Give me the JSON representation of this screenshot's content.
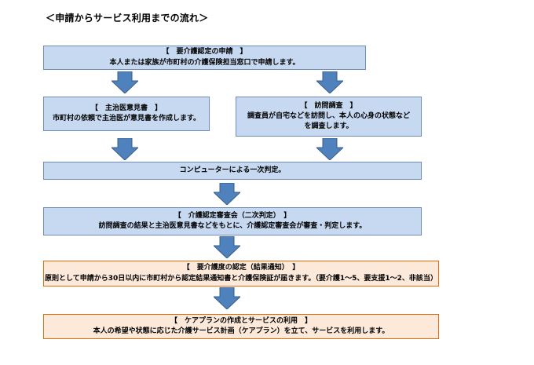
{
  "title": "＜申請からサービス利用までの流れ＞",
  "steps": {
    "application": {
      "heading": "【　要介護認定の申請　】",
      "text": "本人または家族が市町村の介護保険担当窓口で申請します。"
    },
    "doctor_opinion": {
      "heading": "【　主治医意見書　】",
      "text": "市町村の依頼で主治医が意見書を作成します。"
    },
    "home_visit": {
      "heading": "【　訪問調査　】",
      "text_line1": "調査員が自宅などを訪問し、本人の心身の状態など",
      "text_line2": "を調査します。"
    },
    "computer_judgment": {
      "text": "コンピューターによる一次判定。"
    },
    "committee": {
      "heading": "【　介護認定審査会（二次判定）　】",
      "text": "訪問調査の結果と主治医意見書などをもとに、介護認定審査会が審査・判定します。"
    },
    "certification": {
      "heading": "【　要介護度の認定（結果通知）　】",
      "text": "原則として申請から30日以内に市町村から認定結果通知書と介護保険証が届きます。（要介護1～5、要支援1～2、非該当）"
    },
    "care_plan": {
      "heading": "【　ケアプランの作成とサービスの利用　】",
      "text": "本人の希望や状態に応じた介護サービス計画（ケアプラン）を立て、サービスを利用します。"
    }
  },
  "colors": {
    "blue_box_fill": "#c6d9f1",
    "blue_box_border": "#6f8db5",
    "orange_box_fill": "#fde9d9",
    "orange_box_border": "#e46c0a",
    "arrow_fill": "#4f81bd",
    "arrow_border": "#385d8a"
  },
  "icons": [
    "down-arrow-icon"
  ]
}
